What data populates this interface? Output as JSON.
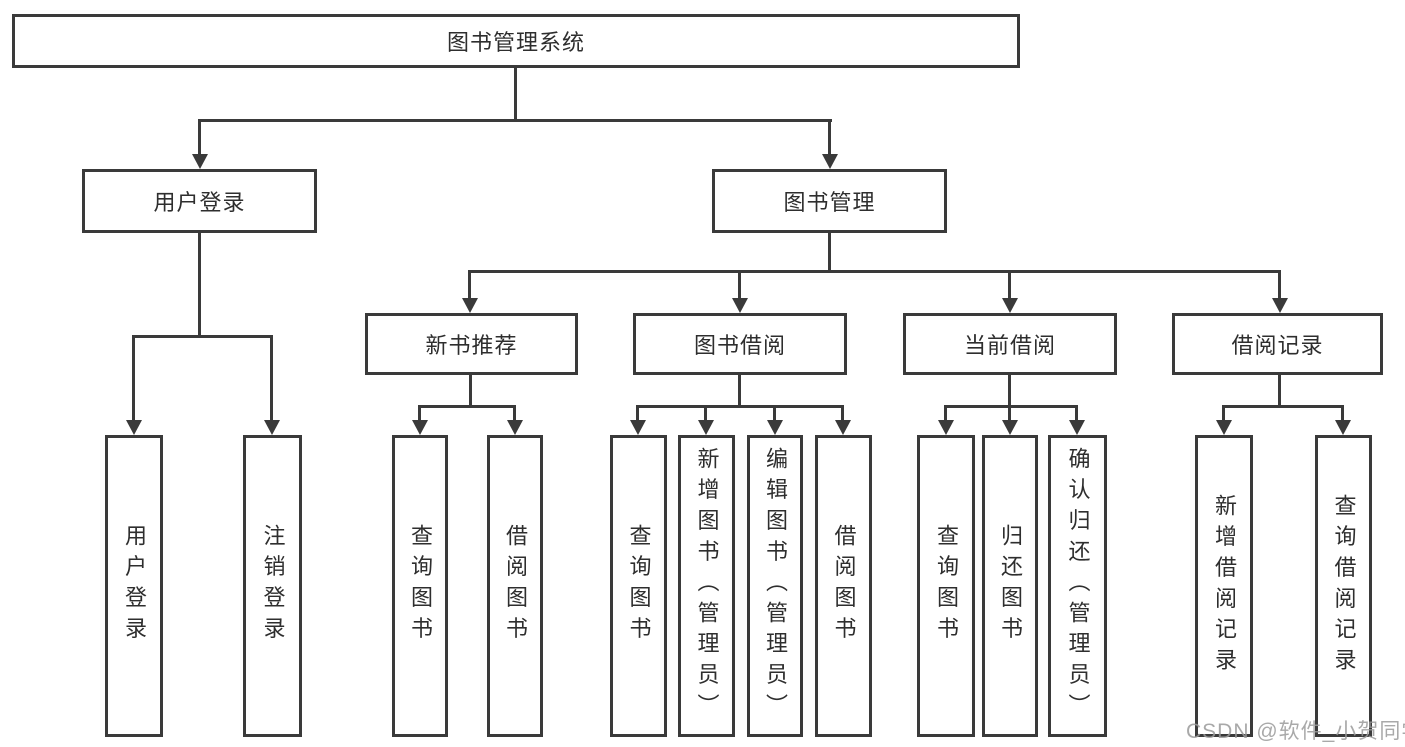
{
  "tree": {
    "label": "图书管理系统",
    "children": [
      {
        "label": "用户登录",
        "children": [
          {
            "label": "用户登录"
          },
          {
            "label": "注销登录"
          }
        ]
      },
      {
        "label": "图书管理",
        "children": [
          {
            "label": "新书推荐",
            "children": [
              {
                "label": "查询图书"
              },
              {
                "label": "借阅图书"
              }
            ]
          },
          {
            "label": "图书借阅",
            "children": [
              {
                "label": "查询图书"
              },
              {
                "label": "新增图书（管理员）"
              },
              {
                "label": "编辑图书（管理员）"
              },
              {
                "label": "借阅图书"
              }
            ]
          },
          {
            "label": "当前借阅",
            "children": [
              {
                "label": "查询图书"
              },
              {
                "label": "归还图书"
              },
              {
                "label": "确认归还（管理员）"
              }
            ]
          },
          {
            "label": "借阅记录",
            "children": [
              {
                "label": "新增借阅记录"
              },
              {
                "label": "查询借阅记录"
              }
            ]
          }
        ]
      }
    ]
  },
  "watermark": {
    "text": "CSDN @软件_小贺同学"
  },
  "colors": {
    "line": "#3a3a3a",
    "text": "#2e2e2e",
    "background": "#ffffff",
    "watermark": "#9b9b9b"
  }
}
